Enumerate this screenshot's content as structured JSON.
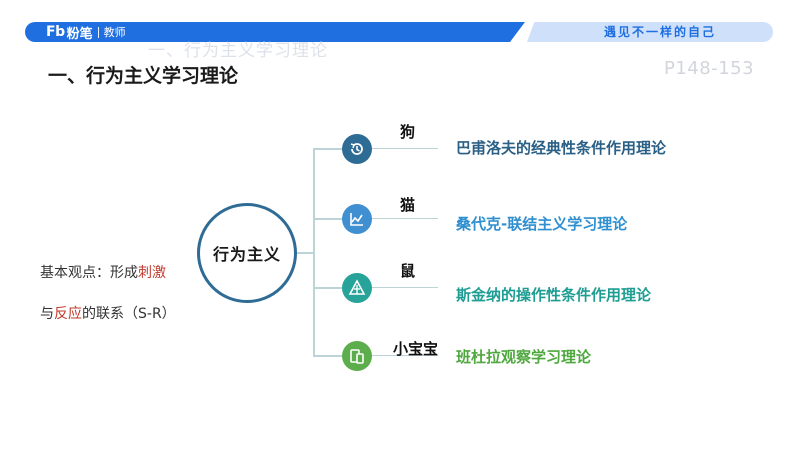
{
  "header": {
    "brand_logo": "Fb",
    "brand_name": "粉笔",
    "brand_sub": "教师",
    "slogan": "遇见不一样的自己"
  },
  "page": {
    "ghost_title": "一、行为主义学习理论",
    "title": "一、行为主义学习理论",
    "reference": "P148-153"
  },
  "note": {
    "line1_prefix": "基本观点：形成",
    "line1_highlight": "刺激",
    "line2_prefix": "与",
    "line2_highlight": "反应",
    "line2_suffix": "的联系（S-R）"
  },
  "center": {
    "label": "行为主义"
  },
  "branches": [
    {
      "animal": "狗",
      "theory": "巴甫洛夫的经典性条件作用理论",
      "icon": "history-icon",
      "color": "#2f6c95",
      "text_color": "#2a5f86"
    },
    {
      "animal": "猫",
      "theory": "桑代克-联结主义学习理论",
      "icon": "chart-icon",
      "color": "#3f8fd1",
      "text_color": "#2f8fd0"
    },
    {
      "animal": "鼠",
      "theory": "斯金纳的操作性条件作用理论",
      "icon": "pyramid-icon",
      "color": "#27a39a",
      "text_color": "#1e9d93"
    },
    {
      "animal": "小宝宝",
      "theory": "班杜拉观察学习理论",
      "icon": "devices-icon",
      "color": "#5cae4d",
      "text_color": "#4fa83f"
    }
  ]
}
